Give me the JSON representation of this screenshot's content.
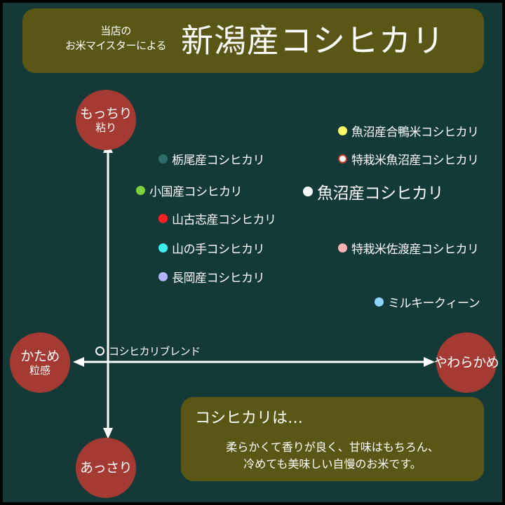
{
  "banner": {
    "subtitle_line1": "当店の",
    "subtitle_line2": "お米マイスターによる",
    "title": "新潟産コシヒカリ"
  },
  "poles": {
    "top": {
      "main": "もっちり",
      "sub": "粘り"
    },
    "bottom": {
      "main": "あっさり",
      "sub": ""
    },
    "left": {
      "main": "かため",
      "sub": "粒感"
    },
    "right": {
      "main": "やわらかめ",
      "sub": ""
    }
  },
  "colors": {
    "background": "#133a37",
    "panel": "#5a5716",
    "pole": "#a53a32",
    "axis": "#ffffff"
  },
  "varieties": [
    {
      "label": "栃尾産コシヒカリ",
      "dot_color": "#2e6e6a"
    },
    {
      "label": "小国産コシヒカリ",
      "dot_color": "#7ecf3c"
    },
    {
      "label": "山古志産コシヒカリ",
      "dot_color": "#ff1f1f"
    },
    {
      "label": "山の手コシヒカリ",
      "dot_color": "#3ff0ee"
    },
    {
      "label": "長岡産コシヒカリ",
      "dot_color": "#b3b3ff"
    },
    {
      "label": "魚沼産合鴨米コシヒカリ",
      "dot_color": "#ffff66"
    },
    {
      "label": "特栽米魚沼産コシヒカリ",
      "dot_color": "#ffffff",
      "dot_ring": "#c0392b"
    },
    {
      "label": "魚沼産コシヒカリ",
      "dot_color": "#ffffff"
    },
    {
      "label": "特栽米佐渡産コシヒカリ",
      "dot_color": "#ffb3b3"
    },
    {
      "label": "ミルキークィーン",
      "dot_color": "#8fd4ff"
    },
    {
      "label": "コシヒカリブレンド",
      "dot_color": "#133a37",
      "dot_ring": "#ffffff"
    }
  ],
  "info": {
    "title": "コシヒカリは…",
    "body_line1": "柔らかくて香りが良く、甘味はもちろん、",
    "body_line2": "冷めても美味しい自慢のお米です。"
  }
}
